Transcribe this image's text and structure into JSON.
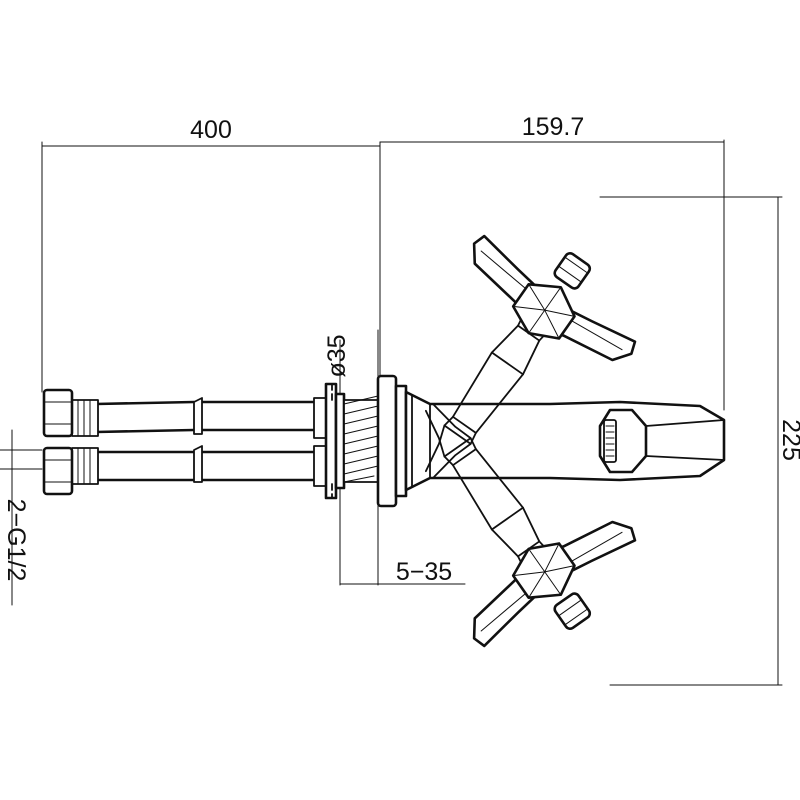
{
  "drawing": {
    "dimensions": {
      "hose_length": "400",
      "spout_length": "159.7",
      "height": "225",
      "hole_diameter": "ø35",
      "deck_thickness": "5−35",
      "thread": "2−G1/2"
    }
  }
}
